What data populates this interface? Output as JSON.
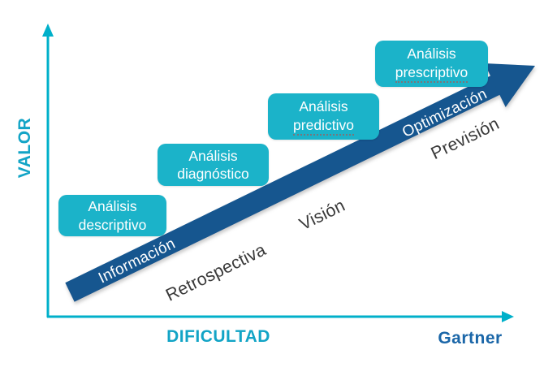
{
  "diagram": {
    "y_axis": {
      "label": "VALOR"
    },
    "x_axis": {
      "label": "DIFICULTAD"
    },
    "source": {
      "label": "Gartner"
    },
    "boxes": [
      {
        "line1": "Análisis",
        "line2": "descriptivo"
      },
      {
        "line1": "Análisis",
        "line2": "diagnóstico"
      },
      {
        "line1": "Análisis",
        "line2": "predictivo"
      },
      {
        "line1": "Análisis",
        "line2": "prescriptivo"
      }
    ],
    "arrow_labels": {
      "on_arrow": [
        {
          "text": "Información"
        },
        {
          "text": "Optimización"
        }
      ],
      "below_arrow": [
        {
          "text": "Retrospectiva"
        },
        {
          "text": "Visión"
        },
        {
          "text": "Previsión"
        }
      ]
    },
    "colors": {
      "box_teal": "#1bb3c9",
      "axis_cyan": "#00b0ca",
      "axis_text_cyan": "#12a4c6",
      "arrow_blue": "#14578f",
      "label_dark": "#3a3a3a",
      "gartner_blue": "#1a66a8",
      "box_text": "#ffffff"
    }
  }
}
